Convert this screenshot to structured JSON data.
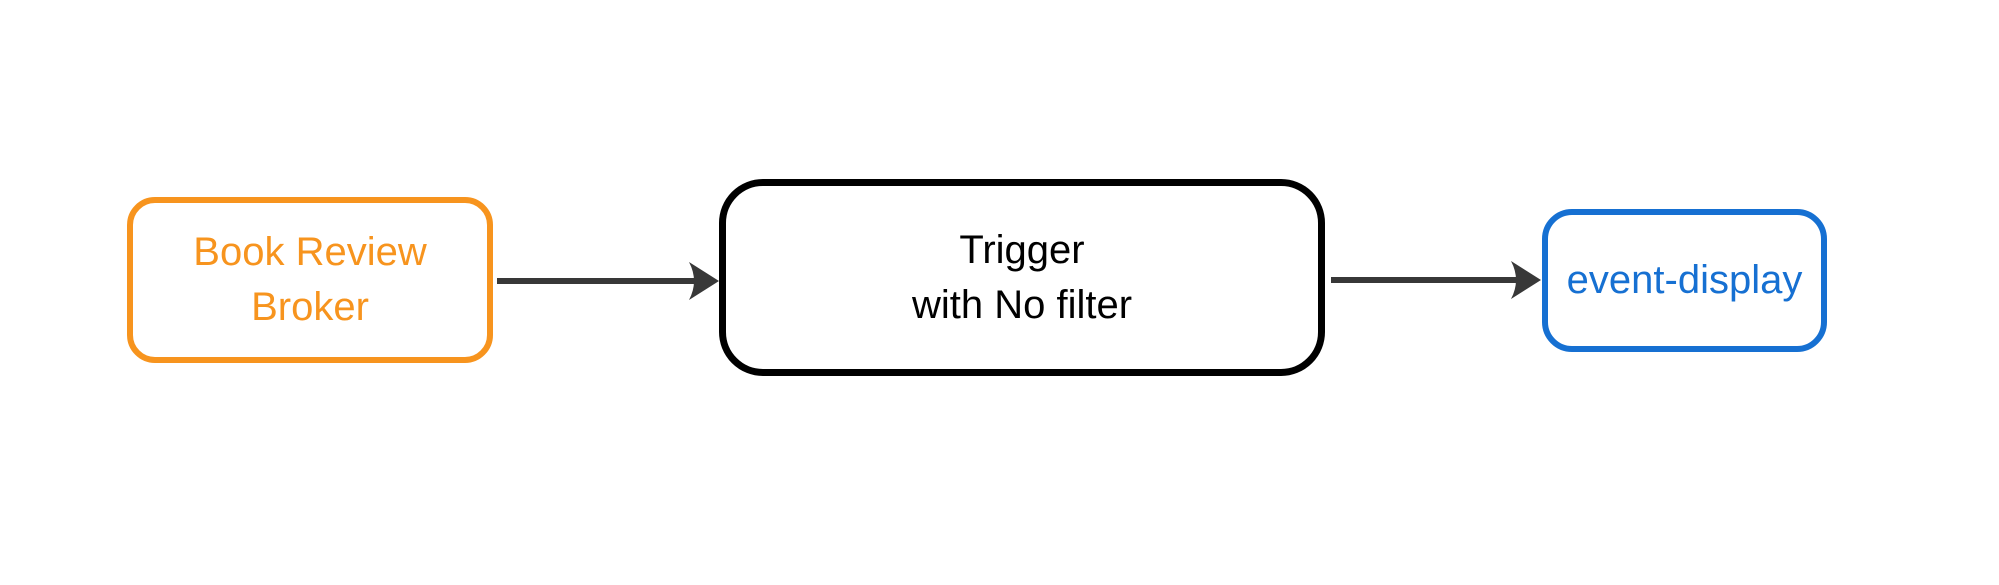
{
  "diagram": {
    "type": "flowchart-left-to-right",
    "background_color": "#ffffff",
    "edge_color": "#383838",
    "nodes": {
      "broker": {
        "line1": "Book Review",
        "line2": "Broker",
        "color": "#f7941e",
        "shape": "rounded-rectangle"
      },
      "trigger": {
        "line1": "Trigger",
        "line2": "with No filter",
        "color": "#000000",
        "shape": "rounded-rectangle"
      },
      "event_display": {
        "line1": "event-display",
        "color": "#1670d2",
        "shape": "rounded-rectangle"
      }
    },
    "edges": [
      {
        "from": "Book Review Broker",
        "to": "Trigger with No filter",
        "style": "solid-arrow"
      },
      {
        "from": "Trigger with No filter",
        "to": "event-display",
        "style": "solid-arrow"
      }
    ]
  }
}
